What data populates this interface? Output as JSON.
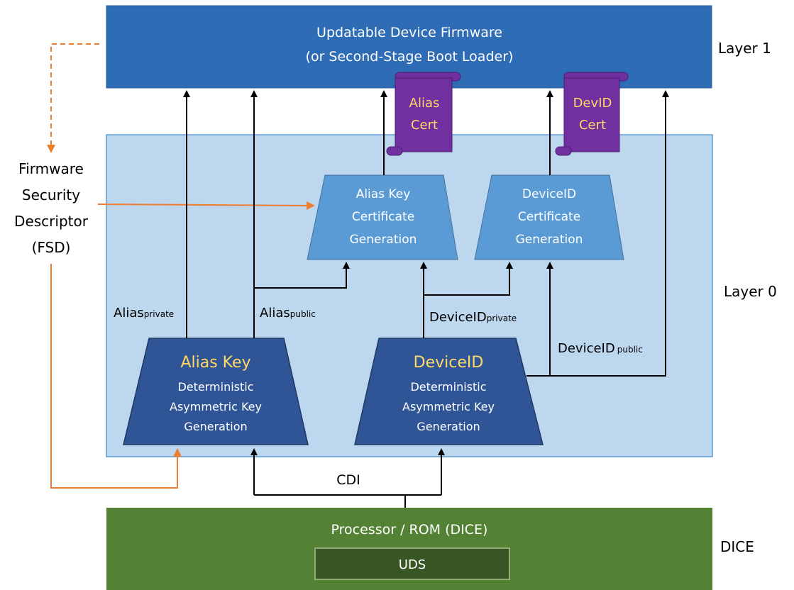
{
  "layer1": {
    "title_line1": "Updatable Device Firmware",
    "title_line2": "(or Second-Stage Boot Loader)",
    "label": "Layer 1"
  },
  "layer0": {
    "label": "Layer 0"
  },
  "dice": {
    "title": "Processor / ROM (DICE)",
    "uds": "UDS",
    "label": "DICE"
  },
  "fsd": {
    "line1": "Firmware",
    "line2": "Security",
    "line3": "Descriptor",
    "line4": "(FSD)"
  },
  "alias_cert": {
    "line1": "Alias",
    "line2": "Cert"
  },
  "devid_cert": {
    "line1": "DevID",
    "line2": "Cert"
  },
  "alias_cert_gen": {
    "line1": "Alias Key",
    "line2": "Certificate",
    "line3": "Generation"
  },
  "deviceid_cert_gen": {
    "line1": "DeviceID",
    "line2": "Certificate",
    "line3": "Generation"
  },
  "alias_key_gen": {
    "title": "Alias Key",
    "line1": "Deterministic",
    "line2": "Asymmetric Key",
    "line3": "Generation"
  },
  "deviceid_gen": {
    "title": "DeviceID",
    "line1": "Deterministic",
    "line2": "Asymmetric Key",
    "line3": "Generation"
  },
  "labels": {
    "alias_private_base": "Alias",
    "alias_private_sub": "private",
    "alias_public_base": "Alias",
    "alias_public_sub": "public",
    "deviceid_private_base": "DeviceID",
    "deviceid_private_sub": "private",
    "deviceid_public_base": "DeviceID",
    "deviceid_public_sub": "public",
    "cdi": "CDI"
  },
  "colors": {
    "layer1": "#2e6cb5",
    "layer0": "#bdd7ee",
    "dice": "#548235",
    "uds": "#375623",
    "cert_generation": "#5b9bd5",
    "key_generation": "#2f5597",
    "certificate": "#7030a0",
    "accent_text": "#ffd966",
    "fsd_arrows": "#ed7d31"
  }
}
